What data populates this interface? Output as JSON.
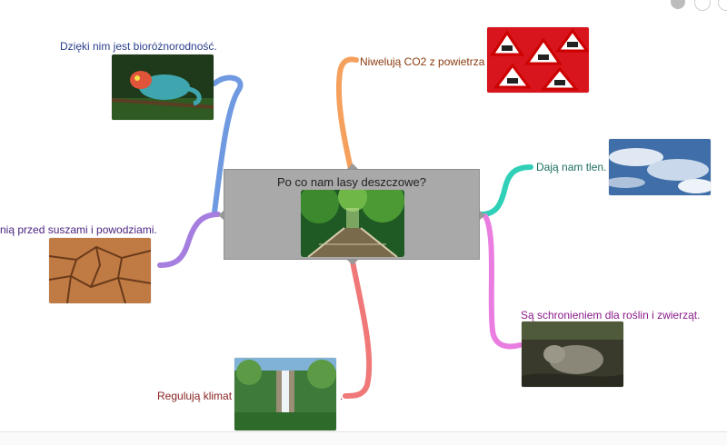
{
  "map": {
    "central": {
      "title": "Po co nam lasy deszczowe?",
      "image": "rainforest-bridge-image"
    },
    "branches": [
      {
        "label": "Dzięki nim jest bioróżnorodność.",
        "color": "#6f99e0",
        "text_color": "#2a3f8c",
        "image": "chameleon-image"
      },
      {
        "label": "Niwelują CO2 z powietrza",
        "color": "#f5a05d",
        "text_color": "#8a3b0f",
        "image": "co2-signs-image"
      },
      {
        "label": "Dają nam tlen.",
        "color": "#2fd0b7",
        "text_color": "#1c6e63",
        "image": "sky-clouds-image"
      },
      {
        "label": "Są schronieniem dla roślin i zwierząt.",
        "color": "#ea7ee0",
        "text_color": "#8a1a8a",
        "image": "animal-shelter-image"
      },
      {
        "label": "Regulują klimat",
        "color": "#f07878",
        "text_color": "#8a2323",
        "image": "waterfall-image",
        "suffix": "."
      },
      {
        "label": "nią przed suszami i powodziami.",
        "color": "#a57ee0",
        "text_color": "#4a2480",
        "image": "cracked-earth-image"
      }
    ]
  }
}
